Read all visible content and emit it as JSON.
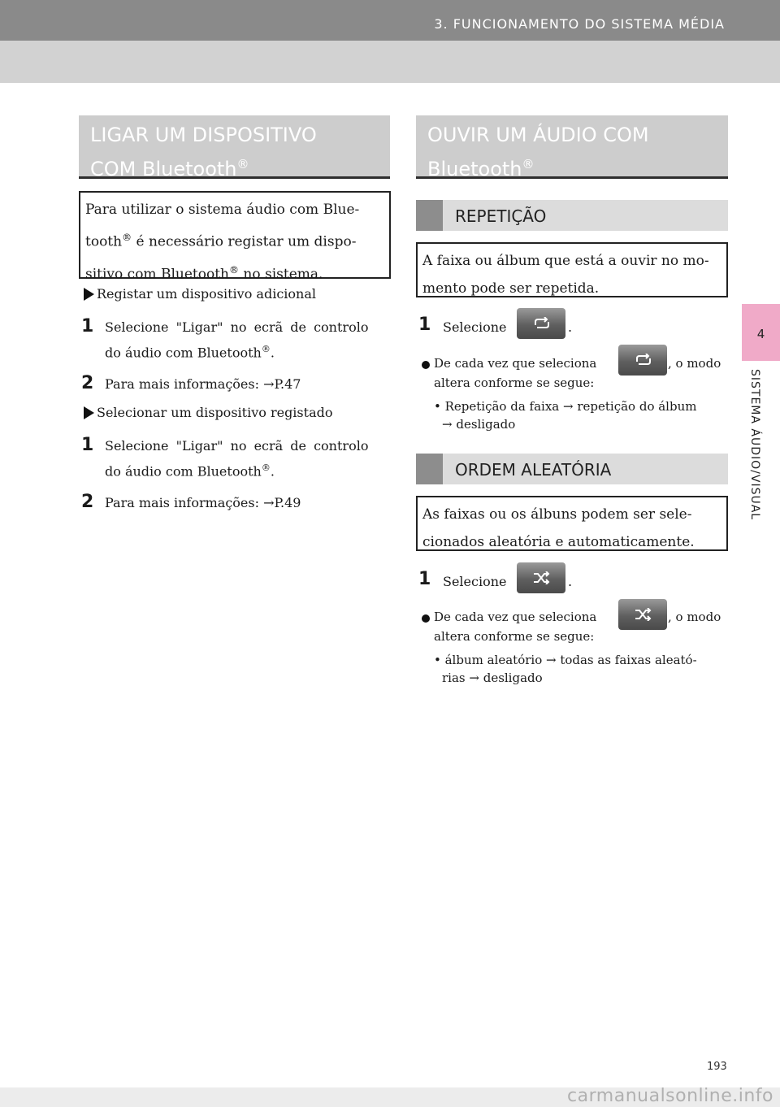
{
  "header": {
    "title": "3. FUNCIONAMENTO DO SISTEMA MÉDIA"
  },
  "side_tab": {
    "number": "4",
    "label": "SISTEMA ÁUDIO/VISUAL"
  },
  "left": {
    "section_title_1": "LIGAR UM DISPOSITIVO",
    "section_title_2": "COM Bluetooth",
    "section_reg": "®",
    "note_l1": "Para utilizar o sistema áudio com Blue-",
    "note_l2a": "tooth",
    "note_l2b": " é necessário registar um dispo-",
    "note_l3a": "sitivo com Bluetooth",
    "note_l3b": " no sistema.",
    "reg": "®",
    "proc1_title": "Registar um dispositivo adicional",
    "proc1_step1_num": "1",
    "proc1_step1_l1": "Selecione \"Ligar\" no ecrã de controlo",
    "proc1_step1_l2": "do áudio com Bluetooth",
    "proc1_step1_end": ".",
    "proc1_step2_num": "2",
    "proc1_step2": "Para mais informações: →P.47",
    "proc2_title": "Selecionar um dispositivo registado",
    "proc2_step1_num": "1",
    "proc2_step1_l1": "Selecione \"Ligar\" no ecrã de controlo",
    "proc2_step1_l2": "do áudio com Bluetooth",
    "proc2_step1_end": ".",
    "proc2_step2_num": "2",
    "proc2_step2": "Para mais informações: →P.49"
  },
  "right": {
    "section_title_1": "OUVIR UM ÁUDIO COM",
    "section_title_2": "Bluetooth",
    "section_reg": "®",
    "repeat": {
      "title": "REPETIÇÃO",
      "note_l1": "A faixa ou álbum que está a ouvir no mo-",
      "note_l2": "mento pode ser repetida.",
      "step_num": "1",
      "step_text": "Selecione",
      "step_end": ".",
      "bullet_a": "De cada vez que seleciona",
      "bullet_b": ", o modo",
      "bullet_l2": "altera conforme se segue:",
      "sub_l1": "• Repetição da faixa → repetição do álbum",
      "sub_l2": "→ desligado",
      "button_icon": "repeat-icon"
    },
    "shuffle": {
      "title": "ORDEM ALEATÓRIA",
      "note_l1": "As faixas ou os álbuns podem ser sele-",
      "note_l2": "cionados aleatória e automaticamente.",
      "step_num": "1",
      "step_text": "Selecione",
      "step_end": ".",
      "bullet_a": "De cada vez que seleciona",
      "bullet_b": ", o modo",
      "bullet_l2": "altera conforme se segue:",
      "sub_l1": "• álbum aleatório → todas as faixas aleató-",
      "sub_l2": "rias → desligado",
      "button_icon": "shuffle-icon"
    }
  },
  "page_number": "193",
  "watermark": "carmanualsonline.info"
}
